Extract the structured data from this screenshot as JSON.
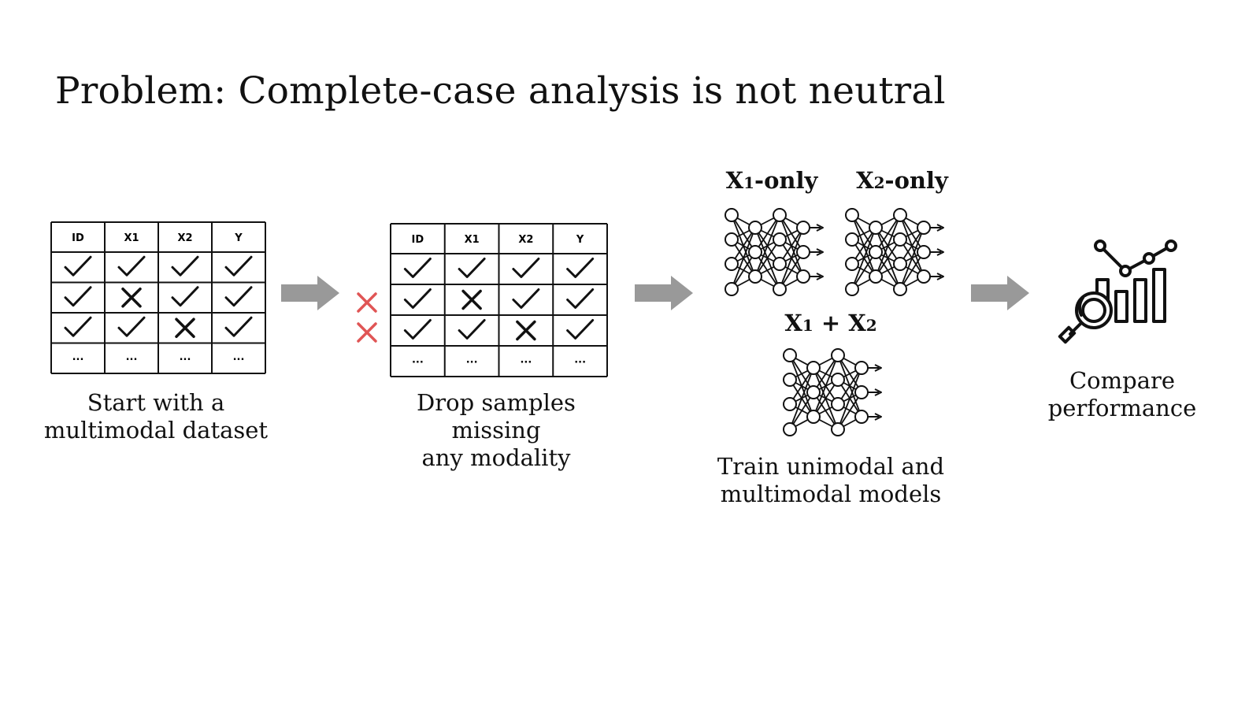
{
  "title": "Problem: Complete-case analysis is not neutral",
  "steps": [
    {
      "caption": "Start with a\nmultimodal dataset"
    },
    {
      "caption": "Drop samples missing\nany modality"
    },
    {
      "caption": "Train unimodal and\nmultimodal models"
    },
    {
      "caption": "Compare\nperformance"
    }
  ],
  "table": {
    "headers": [
      "ID",
      "X1",
      "X2",
      "Y"
    ],
    "rows": [
      [
        "check",
        "check",
        "check",
        "check"
      ],
      [
        "check",
        "cross",
        "check",
        "check"
      ],
      [
        "check",
        "check",
        "cross",
        "check"
      ],
      [
        "...",
        "...",
        "...",
        "..."
      ]
    ],
    "dropped_rows": [
      1,
      2
    ]
  },
  "models": {
    "x1_only": {
      "var": "X",
      "sub": "1",
      "suffix": "-only"
    },
    "x2_only": {
      "var": "X",
      "sub": "2",
      "suffix": "-only"
    },
    "combined": {
      "a_var": "X",
      "a_sub": "1",
      "op": " + ",
      "b_var": "X",
      "b_sub": "2"
    }
  },
  "colors": {
    "arrow": "#999999",
    "drop_mark": "#e05555",
    "ink": "#111111"
  },
  "icons": [
    "arrow-right-icon",
    "neural-network-icon",
    "chart-analysis-icon",
    "magnifier-icon"
  ]
}
